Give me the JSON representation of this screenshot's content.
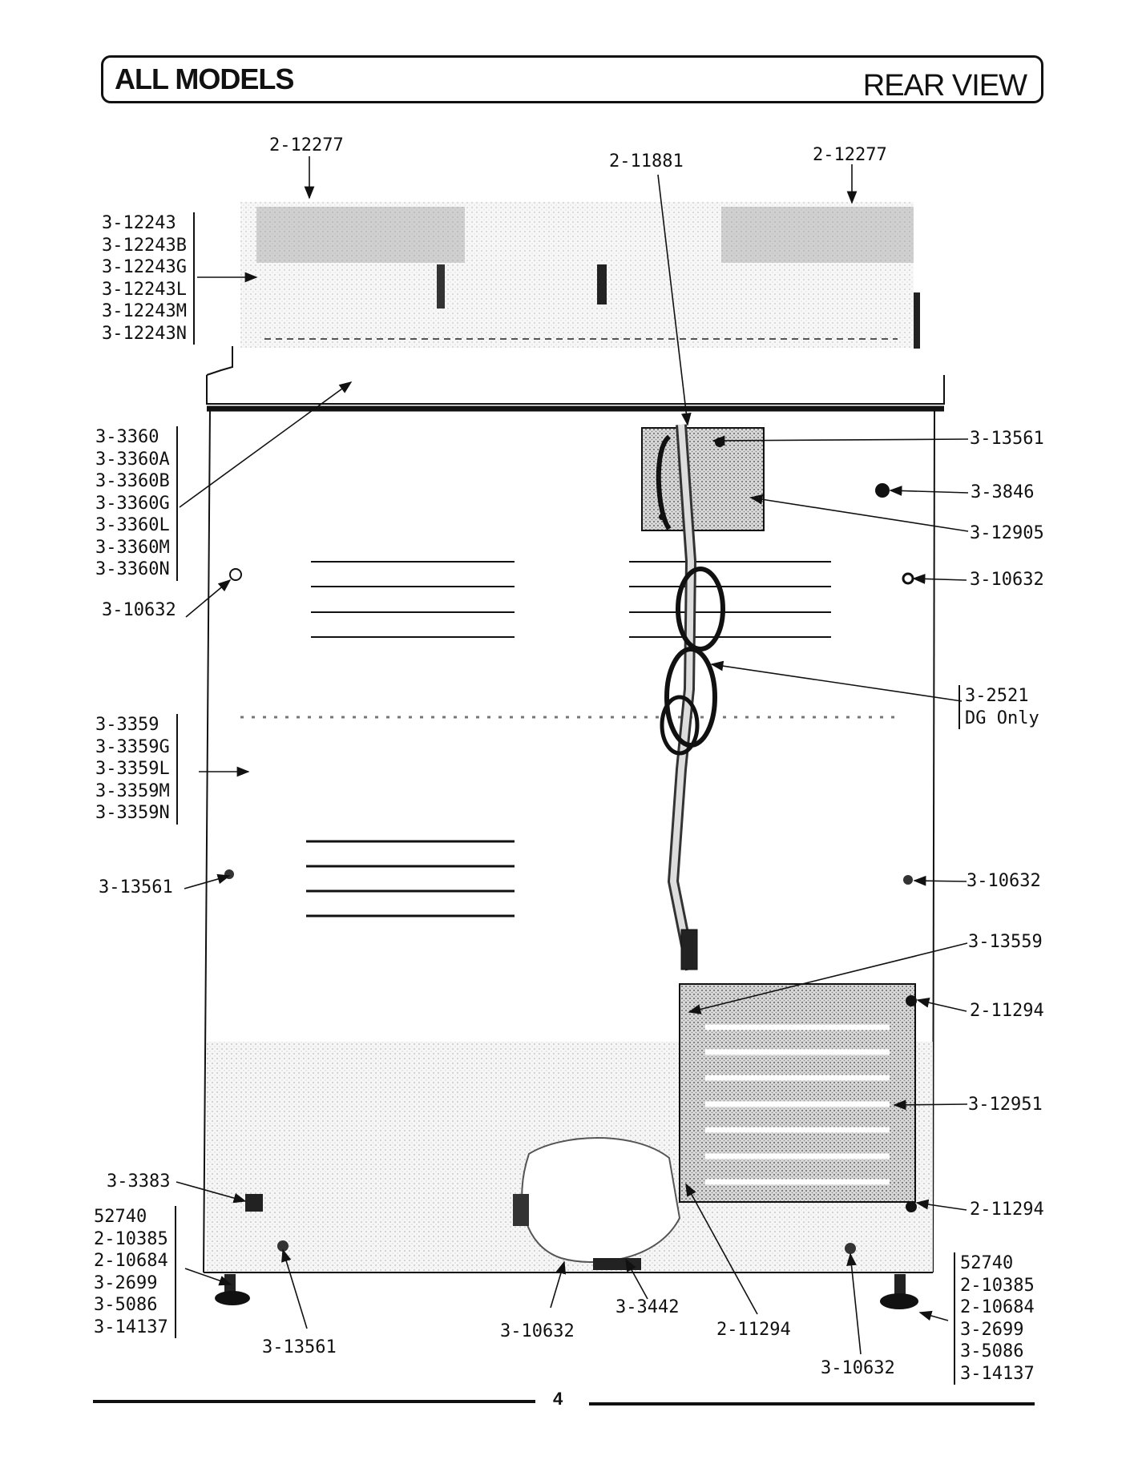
{
  "header": {
    "left_title": "ALL MODELS",
    "right_title": "REAR VIEW"
  },
  "page_number": "4",
  "labels": {
    "top_left": "2-12277",
    "top_center": "2-11881",
    "top_right": "2-12277",
    "r_13561": "3-13561",
    "r_3846": "3-3846",
    "r_12905": "3-12905",
    "r_10632_a": "3-10632",
    "r_10632_b": "3-10632",
    "r_13559": "3-13559",
    "r_11294_a": "2-11294",
    "r_12951": "3-12951",
    "r_11294_b": "2-11294",
    "l_10632": "3-10632",
    "l_13561": "3-13561",
    "l_3383": "3-3383",
    "b_13561": "3-13561",
    "b_10632": "3-10632",
    "b_3442": "3-3442",
    "b_11294": "2-11294",
    "b_10632_r": "3-10632"
  },
  "groups": {
    "g_12243": "3-12243\n3-12243B\n3-12243G\n3-12243L\n3-12243M\n3-12243N",
    "g_3360": "3-3360\n3-3360A\n3-3360B\n3-3360G\n3-3360L\n3-3360M\n3-3360N",
    "g_3359": "3-3359\n3-3359G\n3-3359L\n3-3359M\n3-3359N",
    "g_2521": "3-2521\nDG Only",
    "g_leg_left": "52740\n2-10385\n2-10684\n3-2699\n3-5086\n3-14137",
    "g_leg_right": "52740\n2-10385\n2-10684\n3-2699\n3-5086\n3-14137"
  }
}
